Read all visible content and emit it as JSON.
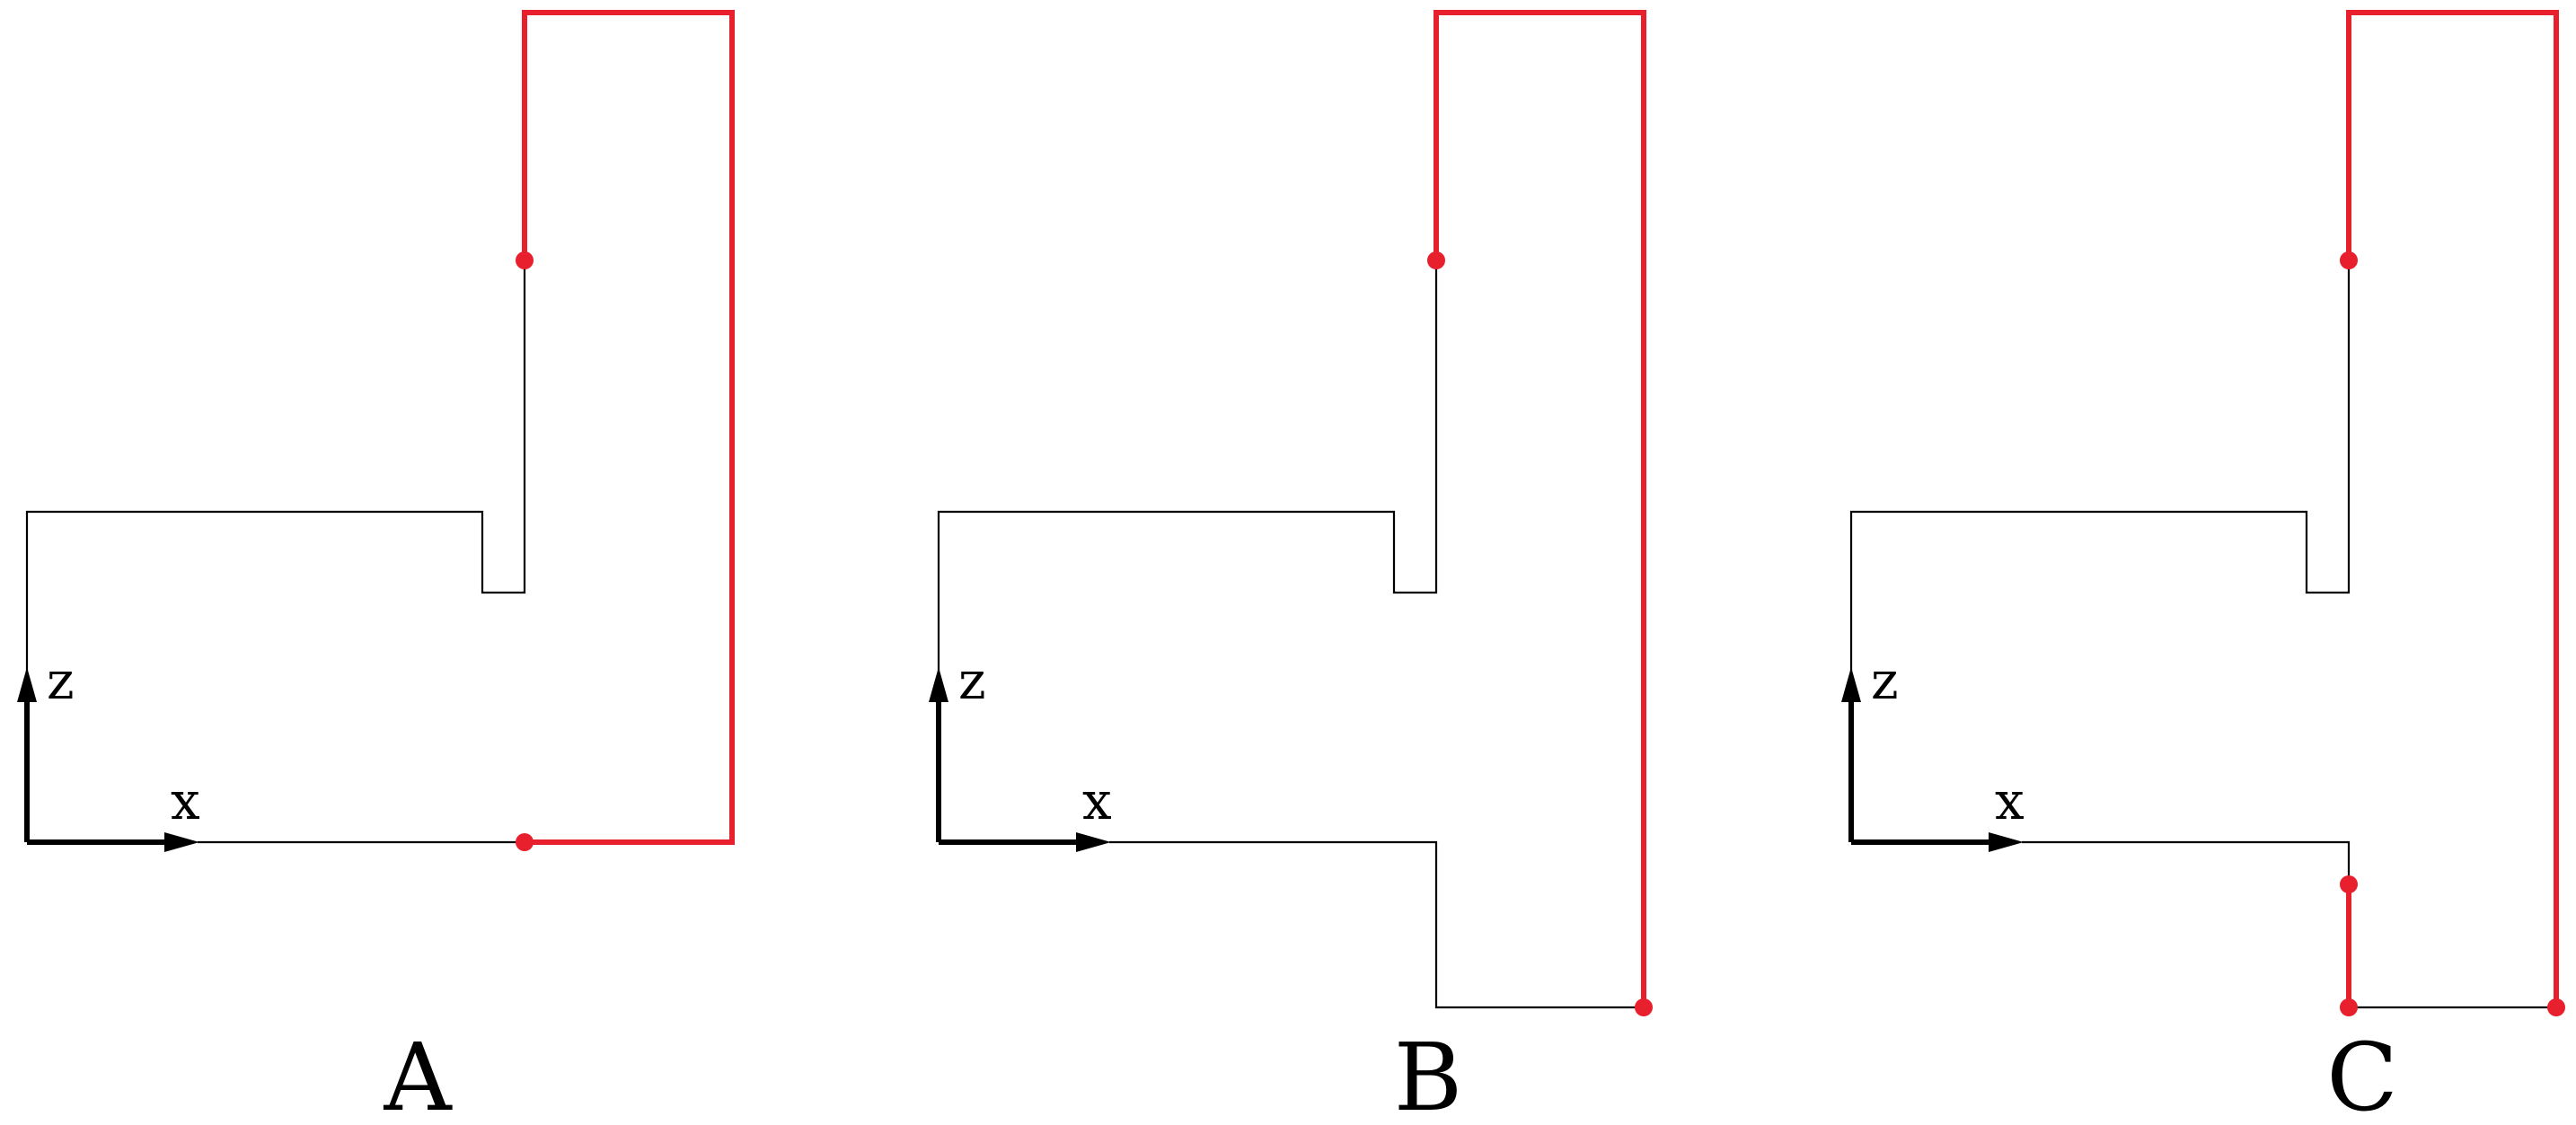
{
  "colors": {
    "outline": "#000000",
    "boundary": "#e8202e",
    "axis": "#000000"
  },
  "axes": {
    "x_label": "x",
    "z_label": "z"
  },
  "panels": [
    {
      "id": "A",
      "label": "A",
      "variant": "L-shape",
      "boundary_points": 2
    },
    {
      "id": "B",
      "label": "B",
      "variant": "T-shape",
      "boundary_points": 2
    },
    {
      "id": "C",
      "label": "C",
      "variant": "T-shape",
      "boundary_points": 4
    }
  ]
}
